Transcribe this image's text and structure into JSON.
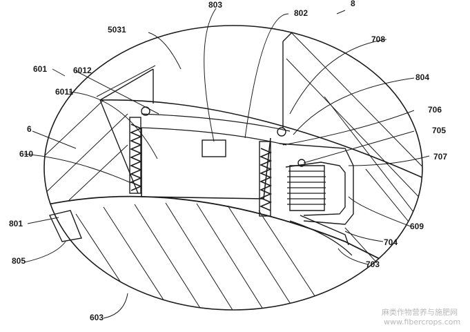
{
  "labels": {
    "l803": "803",
    "l802": "802",
    "l8": "8",
    "l5031": "5031",
    "l708": "708",
    "l601": "601",
    "l6012": "6012",
    "l6011": "6011",
    "l804": "804",
    "l706": "706",
    "l6": "6",
    "l705": "705",
    "l610": "610",
    "l707": "707",
    "l609": "609",
    "l801": "801",
    "l704": "704",
    "l805": "805",
    "l703": "703",
    "l603": "603"
  },
  "watermark": {
    "cn": "麻类作物营养与施肥网",
    "url": "www.fibercrops.com"
  }
}
